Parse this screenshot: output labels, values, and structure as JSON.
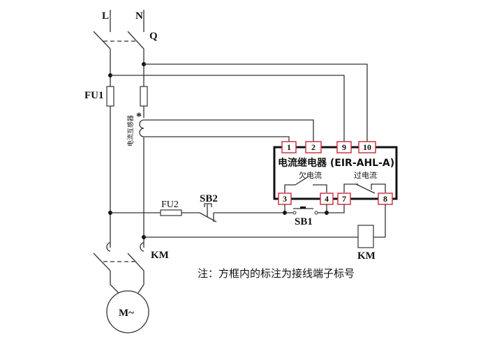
{
  "labels": {
    "line_L": "L",
    "line_N": "N",
    "breaker": "Q",
    "fuse_main": "FU1",
    "fuse_control": "FU2",
    "ct_label": "电流互感器",
    "ct_star": "*",
    "stop_button": "SB2",
    "reset_button": "SB1",
    "contactor_main": "KM",
    "contactor_coil": "KM",
    "motor": "M~"
  },
  "relay": {
    "title": "电流继电器 (EIR-AHL-A)",
    "undercurrent_label": "欠电流",
    "overcurrent_label": "过电流",
    "top_terminals": [
      "1",
      "2",
      "9",
      "10"
    ],
    "bottom_terminals": [
      "3",
      "4",
      "7",
      "8"
    ]
  },
  "note": "注：方框内的标注为接线端子标号",
  "colors": {
    "terminal_border": "#c8283a",
    "wire": "#333333"
  }
}
